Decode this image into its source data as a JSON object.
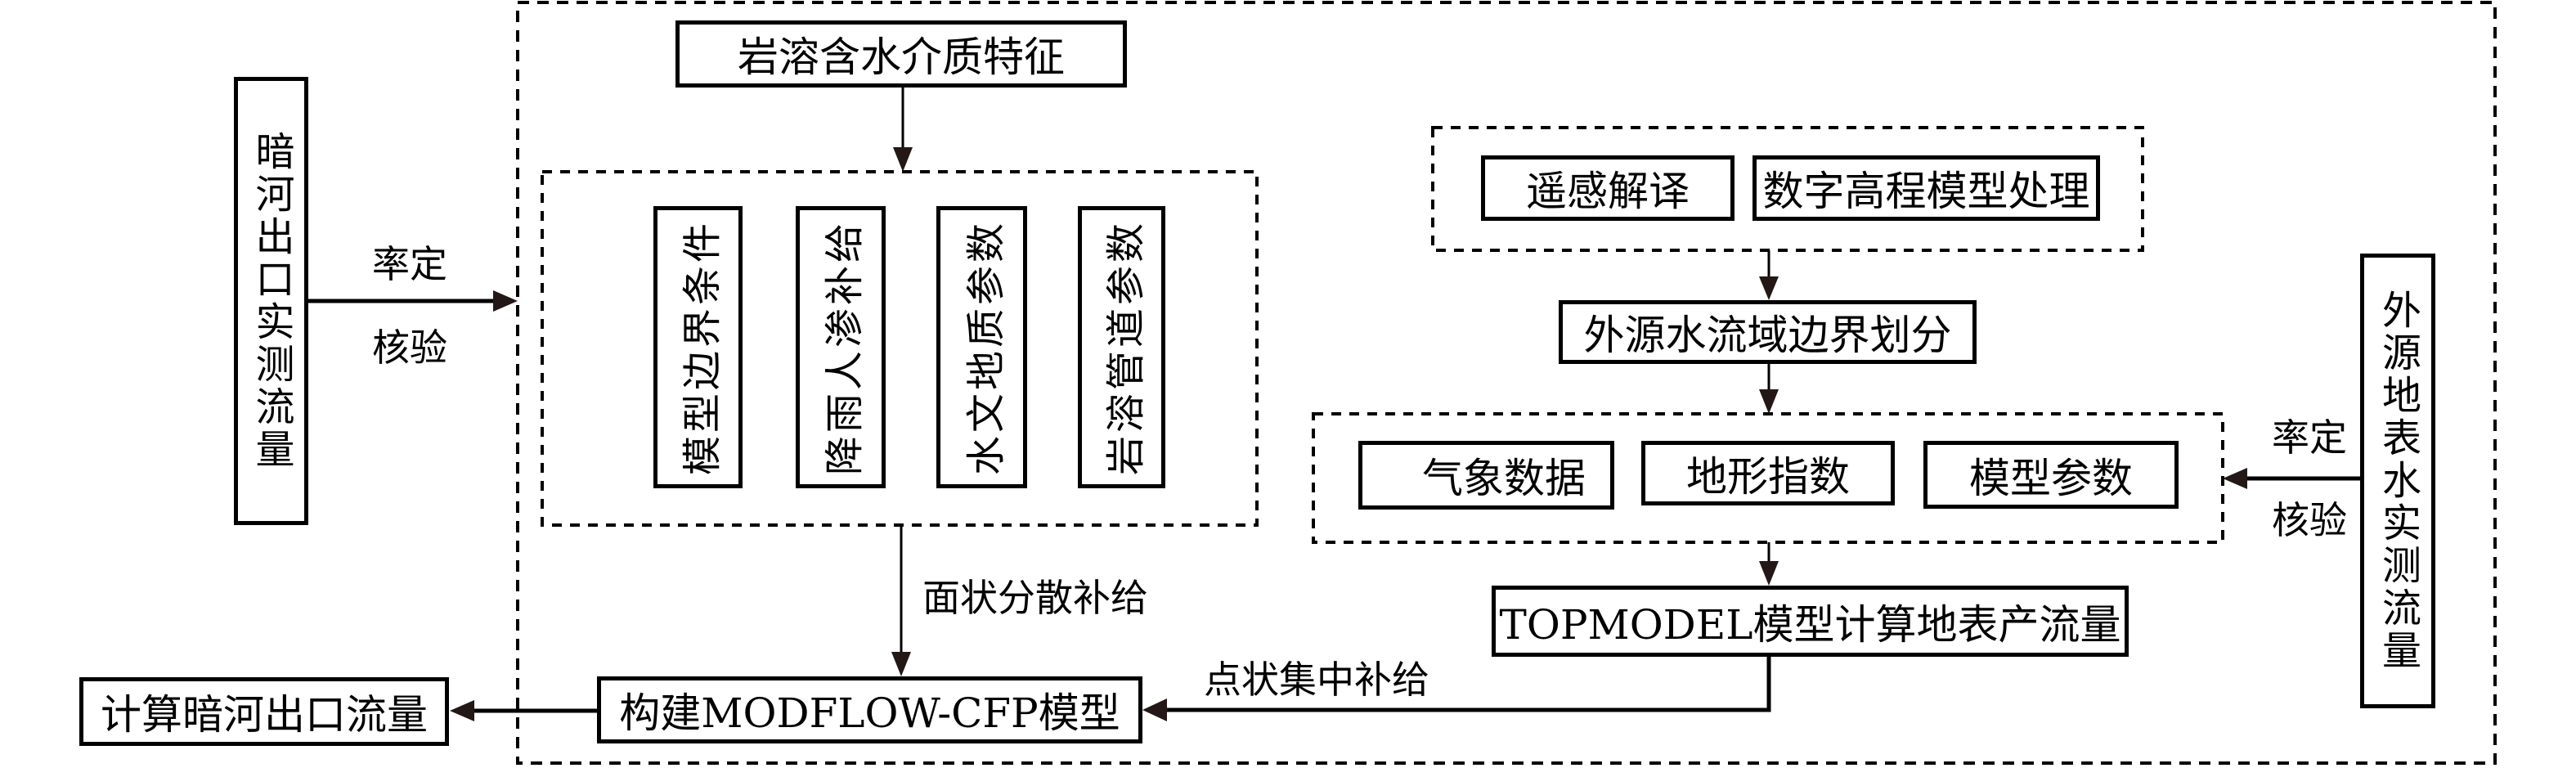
{
  "diagram": {
    "title_box": "岩溶含水介质特征",
    "karst_params": [
      "模型边界条件",
      "降雨人渗补给",
      "水文地质参数",
      "岩溶管道参数"
    ],
    "left_measured": "暗河出口实测流量",
    "left_calibration": {
      "top": "率定",
      "bottom": "核验"
    },
    "remote_group": [
      "遥感解译",
      "数字高程模型处理"
    ],
    "watershed": "外源水流域边界划分",
    "topmodel_inputs": [
      "气象数据",
      "地形指数",
      "模型参数"
    ],
    "right_measured": "外源地表水实测流量",
    "right_calibration": {
      "top": "率定",
      "bottom": "核验"
    },
    "topmodel": "TOPMODEL模型计算地表产流量",
    "areal_recharge": "面状分散补给",
    "point_recharge": "点状集中补给",
    "modflow": "构建MODFLOW-CFP模型",
    "output": "计算暗河出口流量"
  }
}
